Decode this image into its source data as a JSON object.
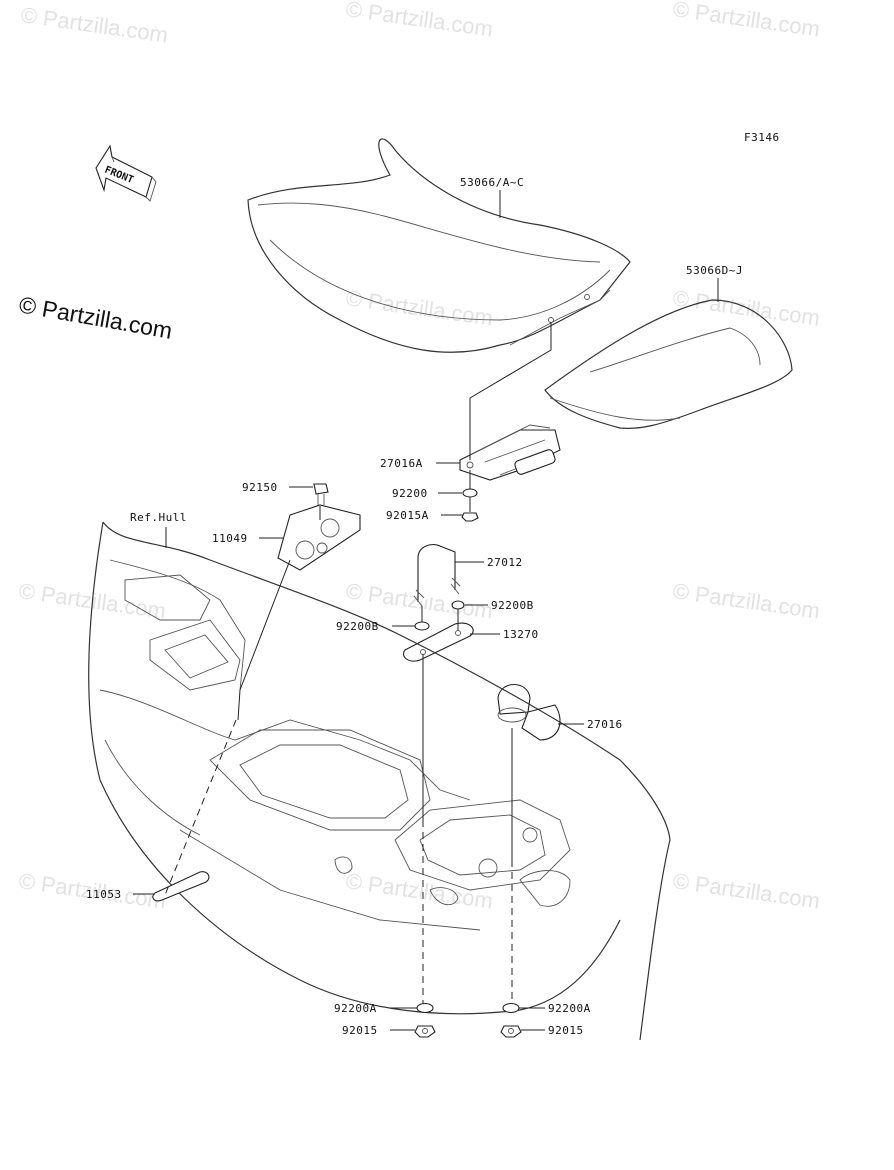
{
  "figure_code": "F3146",
  "copyright": "© Partzilla.com",
  "watermark": "© Partzilla.com",
  "front_label": "FRONT",
  "ref_label": "Ref.Hull",
  "parts": {
    "seat_front": "53066/A~C",
    "seat_rear": "53066D~J",
    "latch": "27016A",
    "washer_92200": "92200",
    "nut_92015a": "92015A",
    "bolt": "92150",
    "bracket": "11049",
    "ubolt": "27012",
    "washer_b_right": "92200B",
    "washer_b_left": "92200B",
    "plate": "13270",
    "hook": "27016",
    "strap": "11053",
    "washer_a_left": "92200A",
    "washer_a_right": "92200A",
    "nut_left": "92015",
    "nut_right": "92015"
  }
}
